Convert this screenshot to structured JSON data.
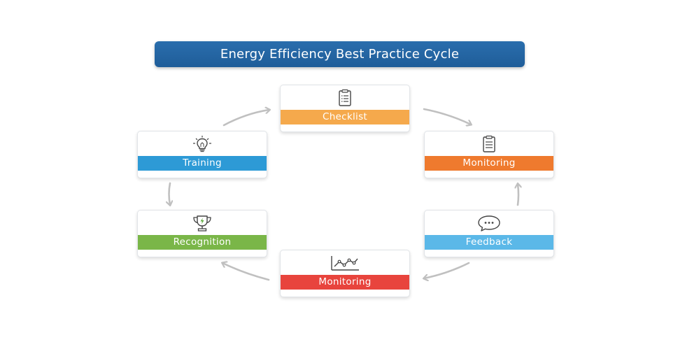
{
  "title": "Energy Efficiency Best Practice Cycle",
  "steps": [
    {
      "id": "checklist",
      "label": "Checklist",
      "icon": "clipboard-icon",
      "color": "#f5a94c"
    },
    {
      "id": "monitoring-top",
      "label": "Monitoring",
      "icon": "clipboard-icon",
      "color": "#ef7a2e"
    },
    {
      "id": "feedback",
      "label": "Feedback",
      "icon": "speech-bubble-icon",
      "color": "#5bb8e8"
    },
    {
      "id": "monitoring-bottom",
      "label": "Monitoring",
      "icon": "line-chart-icon",
      "color": "#e8443d"
    },
    {
      "id": "recognition",
      "label": "Recognition",
      "icon": "trophy-icon",
      "color": "#7ab648"
    },
    {
      "id": "training",
      "label": "Training",
      "icon": "lightbulb-icon",
      "color": "#2d9ad6"
    }
  ],
  "arrow_color": "#c0c0c0"
}
